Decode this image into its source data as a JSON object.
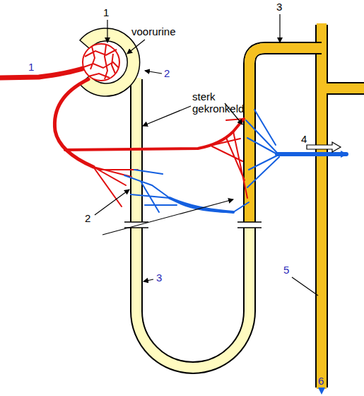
{
  "diagram": {
    "labels": [
      "1",
      "voorurine",
      "3",
      "1",
      "2",
      "sterk gekronkeld",
      "4",
      "2",
      "3",
      "5",
      "6"
    ]
  }
}
